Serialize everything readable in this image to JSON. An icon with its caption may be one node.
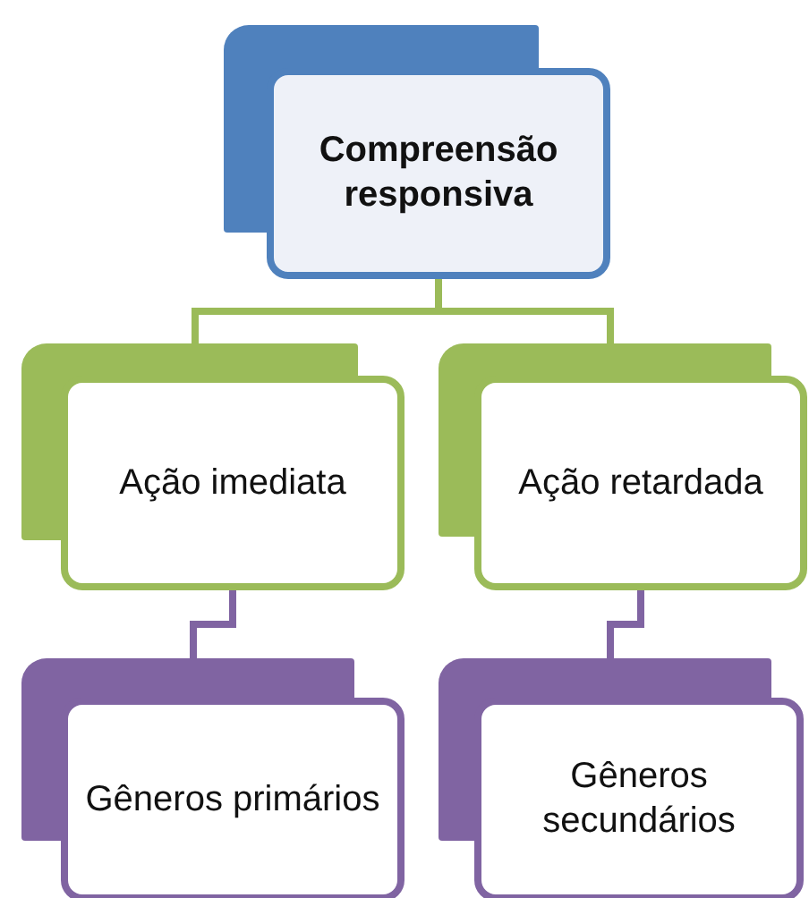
{
  "diagram": {
    "nodes": [
      {
        "text": [
          "Compreensão responsiva"
        ]
      },
      {
        "text": [
          "Ação imediata"
        ]
      },
      {
        "text": [
          "Ação retardada"
        ]
      },
      {
        "text": [
          "Gêneros primários"
        ]
      },
      {
        "text": [
          "Gêneros secundários"
        ]
      }
    ],
    "edges": [
      {
        "from": 0,
        "to": 1,
        "arrow": "none",
        "color": "#9bbb59"
      },
      {
        "from": 0,
        "to": 2,
        "arrow": "none",
        "color": "#9bbb59"
      },
      {
        "from": 1,
        "to": 3,
        "arrow": "none",
        "color": "#8064a2"
      },
      {
        "from": 2,
        "to": 4,
        "arrow": "none",
        "color": "#8064a2"
      }
    ]
  }
}
